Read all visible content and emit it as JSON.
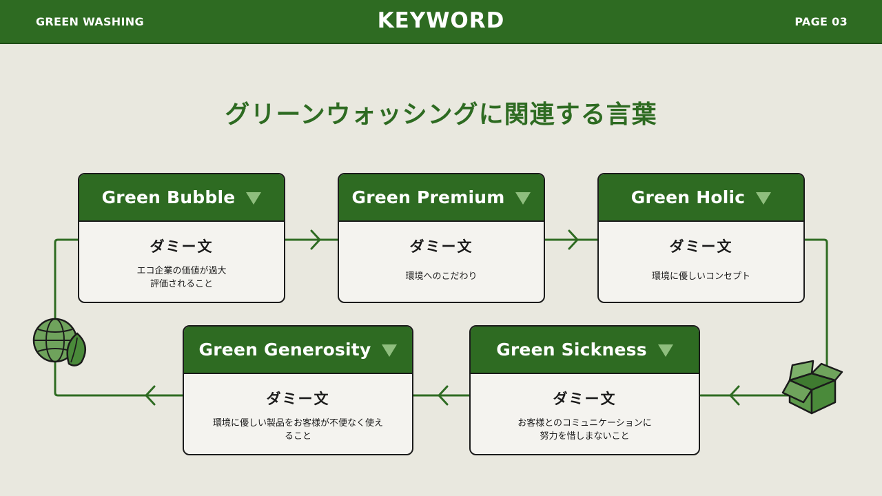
{
  "header": {
    "left": "GREEN WASHING",
    "center": "KEYWORD",
    "right": "PAGE 03"
  },
  "title": "グリーンウォッシングに関連する言葉",
  "cards": [
    {
      "title": "Green Bubble",
      "subtitle": "ダミー文",
      "text": "エコ企業の価値が過大評価されること"
    },
    {
      "title": "Green Premium",
      "subtitle": "ダミー文",
      "text": "環境へのこだわり"
    },
    {
      "title": "Green Holic",
      "subtitle": "ダミー文",
      "text": "環境に優しいコンセプト"
    },
    {
      "title": "Green Generosity",
      "subtitle": "ダミー文",
      "text": "環境に優しい製品をお客様が不便なく使えること"
    },
    {
      "title": "Green Sickness",
      "subtitle": "ダミー文",
      "text": "お客様とのコミュニケーションに努力を惜しまないこと"
    }
  ],
  "icons": {
    "globe": "globe-leaf-icon",
    "box": "open-box-icon",
    "arrow": "chevron-arrow-icon",
    "dropdown": "triangle-down-icon"
  },
  "colors": {
    "primary": "#2e6b22",
    "accent": "#8fbe7e",
    "background": "#e9e8df",
    "card": "#f4f3ef"
  }
}
